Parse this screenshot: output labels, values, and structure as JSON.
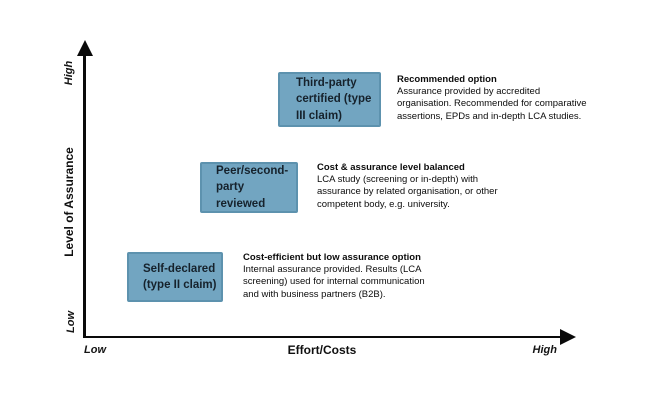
{
  "figure": {
    "background_color": "#ffffff",
    "box_fill_color": "#72a5c1",
    "box_border_color": "#5d92ae",
    "axis_color": "#0a0a0a"
  },
  "axes": {
    "y": {
      "label": "Level of Assurance",
      "high": "High",
      "low": "Low"
    },
    "x": {
      "label": "Effort/Costs",
      "low": "Low",
      "high": "High"
    }
  },
  "items": [
    {
      "box_lines": [
        "Third-party",
        "certified (type",
        "III claim)"
      ],
      "title": "Recommended option",
      "body_lines": [
        "Assurance provided by accredited",
        "organisation. Recommended for comparative",
        "assertions, EPDs and in-depth LCA studies."
      ]
    },
    {
      "box_lines": [
        "Peer/second-",
        "party reviewed"
      ],
      "title": "Cost & assurance level balanced",
      "body_lines": [
        "LCA study (screening or in-depth) with",
        "assurance by related organisation, or other",
        "competent body, e.g. university."
      ]
    },
    {
      "box_lines": [
        "Self-declared",
        "(type II claim)"
      ],
      "title": "Cost-efficient but low assurance option",
      "body_lines": [
        "Internal assurance provided. Results (LCA",
        "screening) used for internal communication",
        "and with business partners (B2B)."
      ]
    }
  ]
}
